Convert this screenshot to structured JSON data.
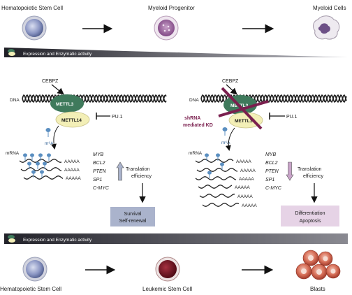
{
  "top_row": {
    "hsc_label": "Hematopoietic Stem Cell",
    "progenitor_label": "Myeloid Progenitor",
    "myeloid_label": "Myeloid Cells"
  },
  "band_top": {
    "label": "Expression and Enzymatic activity"
  },
  "left_panel": {
    "cebpz": "CEBPZ",
    "dna": "DNA",
    "mettl3": "METTL3",
    "mettl14": "METTL14",
    "pu1": "PU.1",
    "m6a": "m⁶A",
    "mrna": "mRNA",
    "polya": [
      "AAAAA",
      "AAAAA",
      "AAAAA"
    ],
    "genes": [
      "MYB",
      "BCL2",
      "PTEN",
      "SP1",
      "C-MYC"
    ],
    "translation": [
      "Translation",
      "efficiency"
    ],
    "outcome": [
      "Survival",
      "Self-renewal"
    ]
  },
  "right_panel": {
    "cebpz": "CEBPZ",
    "dna": "DNA",
    "mettl3": "METTL3",
    "mettl14": "METTL14",
    "pu1": "PU.1",
    "shrna": [
      "shRNA",
      "mediated KD"
    ],
    "m6a": "m⁶A",
    "mrna": "mRNA",
    "polya": [
      "AAAAA",
      "AAAAA",
      "AAAAA",
      "AAAAA",
      "AAAAA",
      "AAAAA"
    ],
    "genes": [
      "MYB",
      "BCL2",
      "PTEN",
      "SP1",
      "C-MYC"
    ],
    "translation": [
      "Translation",
      "efficiency"
    ],
    "outcome": [
      "Differentiation",
      "Apoptosis"
    ]
  },
  "band_bottom": {
    "label": "Expression and Enzymatic activity"
  },
  "bottom_row": {
    "hsc_label": "Hematopoietic Stem Cell",
    "lsc_label": "Leukemic Stem Cell",
    "blasts_label": "Blasts"
  },
  "colors": {
    "mettl3": "#3f7a5c",
    "mettl14": "#f3efb7",
    "m6a": "#5b8fc1",
    "shrna": "#7a1f4e",
    "band_dark": "#2b2b33",
    "box_left": "#aab3cc",
    "box_right": "#e6d3e6",
    "lsc": "#6a0f1c",
    "blast": "#c9533f"
  }
}
